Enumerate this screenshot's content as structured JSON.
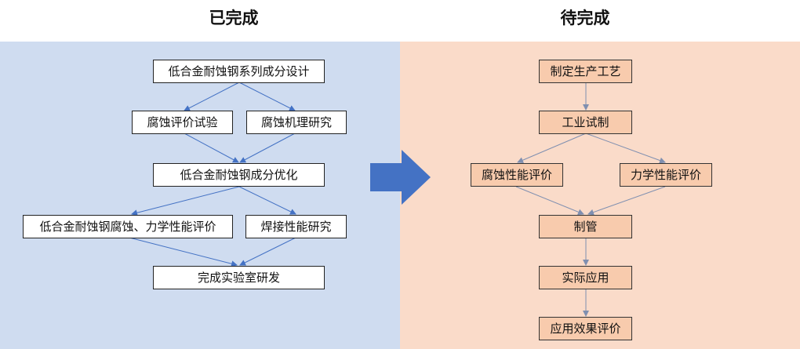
{
  "left": {
    "heading": "已完成",
    "nodes": {
      "design": "低合金耐蚀钢系列成分设计",
      "eval_test": "腐蚀评价试验",
      "mechanism": "腐蚀机理研究",
      "optimize": "低合金耐蚀钢成分优化",
      "performance": "低合金耐蚀钢腐蚀、力学性能评价",
      "welding": "焊接性能研究",
      "lab_done": "完成实验室研发"
    }
  },
  "right": {
    "heading": "待完成",
    "nodes": {
      "process": "制定生产工艺",
      "trial": "工业试制",
      "corrosion_eval": "腐蚀性能评价",
      "mech_eval": "力学性能评价",
      "pipe": "制管",
      "application": "实际应用",
      "app_eval": "应用效果评价"
    }
  },
  "colors": {
    "left_panel": "#cfdcf0",
    "right_panel": "#fadbc9",
    "left_node_fill": "#ffffff",
    "right_node_fill": "#f8cbad",
    "left_connector": "#4472c4",
    "right_connector": "#7f8fb0",
    "transition_arrow": "#4472c4"
  },
  "icons": {
    "transition": "right-arrow-icon"
  }
}
